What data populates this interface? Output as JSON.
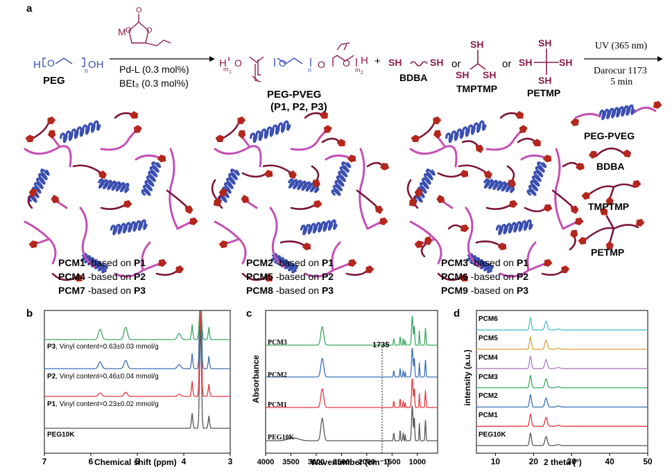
{
  "panel_a": {
    "letter": "a",
    "peg_label": "PEG",
    "monomer_prefix": "M",
    "catalyst": "Pd-L (0.3 mol%)",
    "activator": "BEt₃ (0.3 mol%)",
    "product_label": "PEG-PVEG",
    "product_sub": "(P1, P2, P3)",
    "plus": "+",
    "or1": "or",
    "or2": "or",
    "bdba": "BDBA",
    "tmptmp": "TMPTMP",
    "petmp": "PETMP",
    "sh": "SH",
    "uv": "UV (365 nm)",
    "initiator": "Darocur 1173",
    "time": "5 min",
    "legend": {
      "pegpveg": "PEG-PVEG",
      "bdba": "BDBA",
      "tmptmp": "TMPTMP",
      "petmp": "PETMP"
    },
    "groups": [
      {
        "lines": [
          {
            "name": "PCM1",
            "text": " -based on ",
            "base": "P1"
          },
          {
            "name": "PCM4",
            "text": " -based on ",
            "base": "P2"
          },
          {
            "name": "PCM7",
            "text": " -based on ",
            "base": "P3"
          }
        ]
      },
      {
        "lines": [
          {
            "name": "PCM2",
            "text": " -based on ",
            "base": "P1"
          },
          {
            "name": "PCM5",
            "text": " -based on ",
            "base": "P2"
          },
          {
            "name": "PCM8",
            "text": " -based on ",
            "base": "P3"
          }
        ]
      },
      {
        "lines": [
          {
            "name": "PCM3",
            "text": " -based on ",
            "base": "P1"
          },
          {
            "name": "PCM6",
            "text": " -based on ",
            "base": "P2"
          },
          {
            "name": "PCM9",
            "text": " -based on ",
            "base": "P3"
          }
        ]
      }
    ]
  },
  "panel_b": {
    "letter": "b",
    "xlabel": "Chemical shift (ppm)",
    "ticks": [
      "7",
      "6",
      "5",
      "4",
      "3"
    ],
    "traces": [
      {
        "name": "PEG10K",
        "annotation": "PEG10K",
        "color": "#555555"
      },
      {
        "name": "P1",
        "annotation": ", Vinyl content=0.23±0.02 mmol/g",
        "color": "#e8383d"
      },
      {
        "name": "P2",
        "annotation": ", Vinyl content=0.46±0.04 mmol/g",
        "color": "#3a6fb7"
      },
      {
        "name": "P3",
        "annotation": ", Vinyl content=0.63±0.03 mmol/g",
        "color": "#3aa862"
      }
    ]
  },
  "panel_c": {
    "letter": "c",
    "xlabel": "Wavenumber (cm⁻¹)",
    "ylabel": "Absorbance",
    "ticks": [
      "4000",
      "3500",
      "3000",
      "2500",
      "2000",
      "1500",
      "1000"
    ],
    "marker": "1735",
    "traces": [
      {
        "name": "PEG10K",
        "color": "#555555"
      },
      {
        "name": "PCM1",
        "color": "#e8383d"
      },
      {
        "name": "PCM2",
        "color": "#3a6fb7"
      },
      {
        "name": "PCM3",
        "color": "#3aa862"
      }
    ]
  },
  "panel_d": {
    "letter": "d",
    "xlabel": "2 theta (°)",
    "ylabel": "intensity (a.u.)",
    "ticks": [
      "10",
      "20",
      "30",
      "40",
      "50"
    ],
    "traces": [
      {
        "name": "PEG10K",
        "color": "#555555"
      },
      {
        "name": "PCM1",
        "color": "#e8383d"
      },
      {
        "name": "PCM2",
        "color": "#3a6fb7"
      },
      {
        "name": "PCM3",
        "color": "#3aa862"
      },
      {
        "name": "PCM4",
        "color": "#b07cc6"
      },
      {
        "name": "PCM5",
        "color": "#d9a233"
      },
      {
        "name": "PCM6",
        "color": "#4bbfcf"
      }
    ]
  },
  "colors": {
    "pink": "#c44fb4",
    "dark_red": "#7a1538",
    "blue": "#3b4fb0",
    "arrow_head": "#b3271d"
  }
}
